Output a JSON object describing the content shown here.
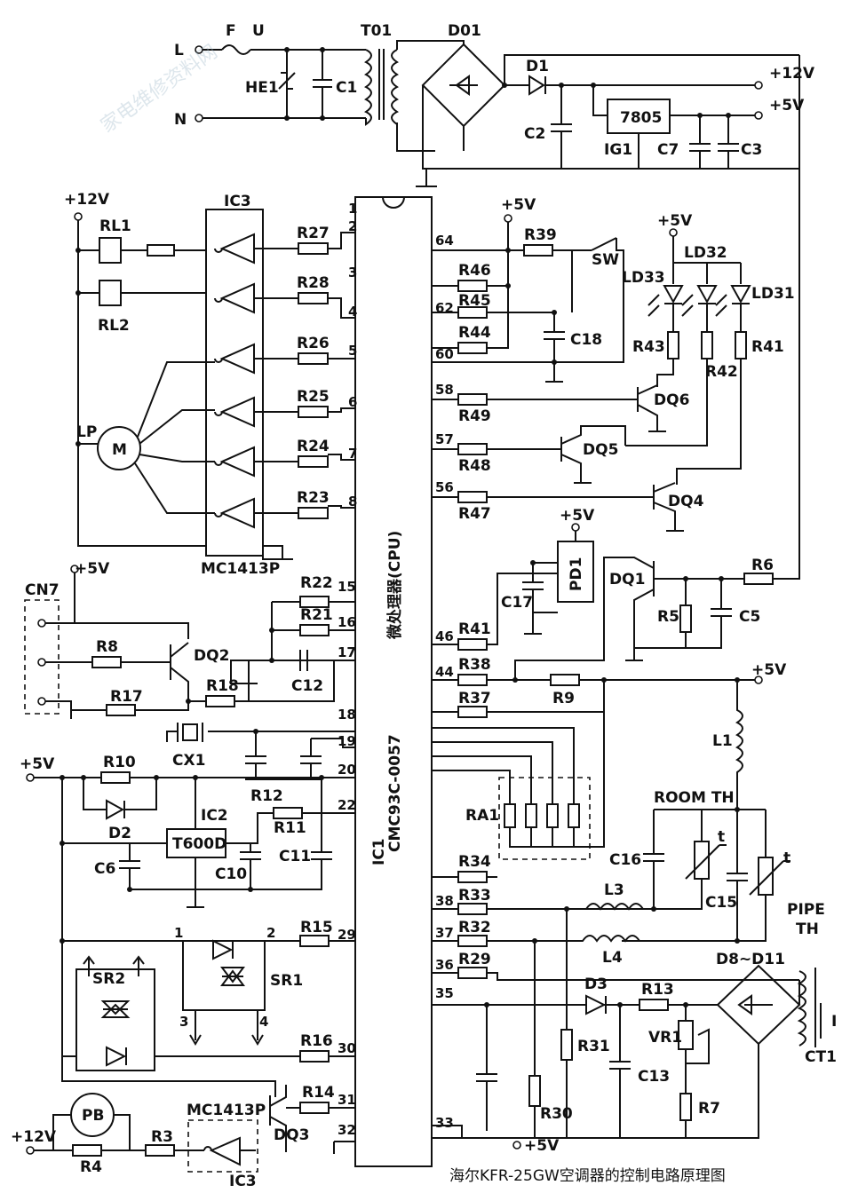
{
  "labels": {
    "L": "L",
    "N": "N",
    "F": "F",
    "U": "U",
    "T01": "T01",
    "D01": "D01",
    "D1": "D1",
    "v12_top": "+12V",
    "v5_top": "+5V",
    "HE1": "HE1",
    "C1": "C1",
    "C2": "C2",
    "ic_7805": "7805",
    "IG1": "IG1",
    "C7": "C7",
    "C3": "C3",
    "v12_left": "+12V",
    "RL1": "RL1",
    "RL2": "RL2",
    "IC3_top": "IC3",
    "LP": "LP",
    "M": "M",
    "MC1413P_top": "MC1413P",
    "R27": "R27",
    "R28": "R28",
    "R26": "R26",
    "R25": "R25",
    "R24": "R24",
    "R23": "R23",
    "cpu_name": "微处理器(CPU)",
    "cpu_part": "CMC93C-0057",
    "IC1": "IC1",
    "v5_sw": "+5V",
    "R39": "R39",
    "SW": "SW",
    "R46": "R46",
    "R45": "R45",
    "R44": "R44",
    "C18": "C18",
    "v5_led": "+5V",
    "LD32": "LD32",
    "LD33": "LD33",
    "LD31": "LD31",
    "R43": "R43",
    "R42": "R42",
    "R41r": "R41",
    "R49": "R49",
    "DQ6": "DQ6",
    "R48": "R48",
    "DQ5": "DQ5",
    "R47": "R47",
    "DQ4": "DQ4",
    "v5_pd": "+5V",
    "PD1": "PD1",
    "C17": "C17",
    "R41": "R41",
    "DQ1": "DQ1",
    "R6": "R6",
    "R5": "R5",
    "C5": "C5",
    "v5_cn": "+5V",
    "CN7": "CN7",
    "R8": "R8",
    "DQ2": "DQ2",
    "R17": "R17",
    "R18": "R18",
    "R22": "R22",
    "R21": "R21",
    "C12": "C12",
    "CX1": "CX1",
    "R12": "R12",
    "R38": "R38",
    "R9": "R9",
    "R37": "R37",
    "v5_l1": "+5V",
    "L1": "L1",
    "RA1": "RA1",
    "ROOM_TH": "ROOM TH",
    "C16": "C16",
    "C15": "C15",
    "t1": "t",
    "t2": "t",
    "PIPE": "PIPE",
    "TH": "TH",
    "v5_left": "+5V",
    "R10": "R10",
    "D2": "D2",
    "IC2": "IC2",
    "T600D": "T600D",
    "R11": "R11",
    "C6": "C6",
    "C10": "C10",
    "C11": "C11",
    "R34": "R34",
    "R33": "R33",
    "L3": "L3",
    "R32": "R32",
    "L4": "L4",
    "R29": "R29",
    "D8_D11": "D8~D11",
    "D3": "D3",
    "R13": "R13",
    "VR1": "VR1",
    "CT1": "CT1",
    "I": "I",
    "R31": "R31",
    "C13": "C13",
    "R7": "R7",
    "R30": "R30",
    "v5_bot": "+5V",
    "R15": "R15",
    "SR1": "SR1",
    "SR2": "SR2",
    "R16": "R16",
    "p1": "1",
    "p2": "2",
    "p3": "3",
    "p4": "4",
    "R14": "R14",
    "DQ3": "DQ3",
    "MC1413P_bot": "MC1413P",
    "IC3_bot": "IC3",
    "PB": "PB",
    "v12_bot": "+12V",
    "R4": "R4",
    "R3": "R3"
  },
  "cpu_pins_left": [
    "1",
    "2",
    "3",
    "4",
    "5",
    "6",
    "7",
    "8",
    "15",
    "16",
    "17",
    "18",
    "19",
    "20",
    "22",
    "29",
    "30",
    "31",
    "32"
  ],
  "cpu_pins_right": [
    "64",
    "62",
    "60",
    "58",
    "57",
    "56",
    "46",
    "44",
    "38",
    "37",
    "36",
    "35",
    "33"
  ],
  "caption": "海尔KFR-25GW空调器的控制电路原理图",
  "watermark": "家电维修资料网"
}
